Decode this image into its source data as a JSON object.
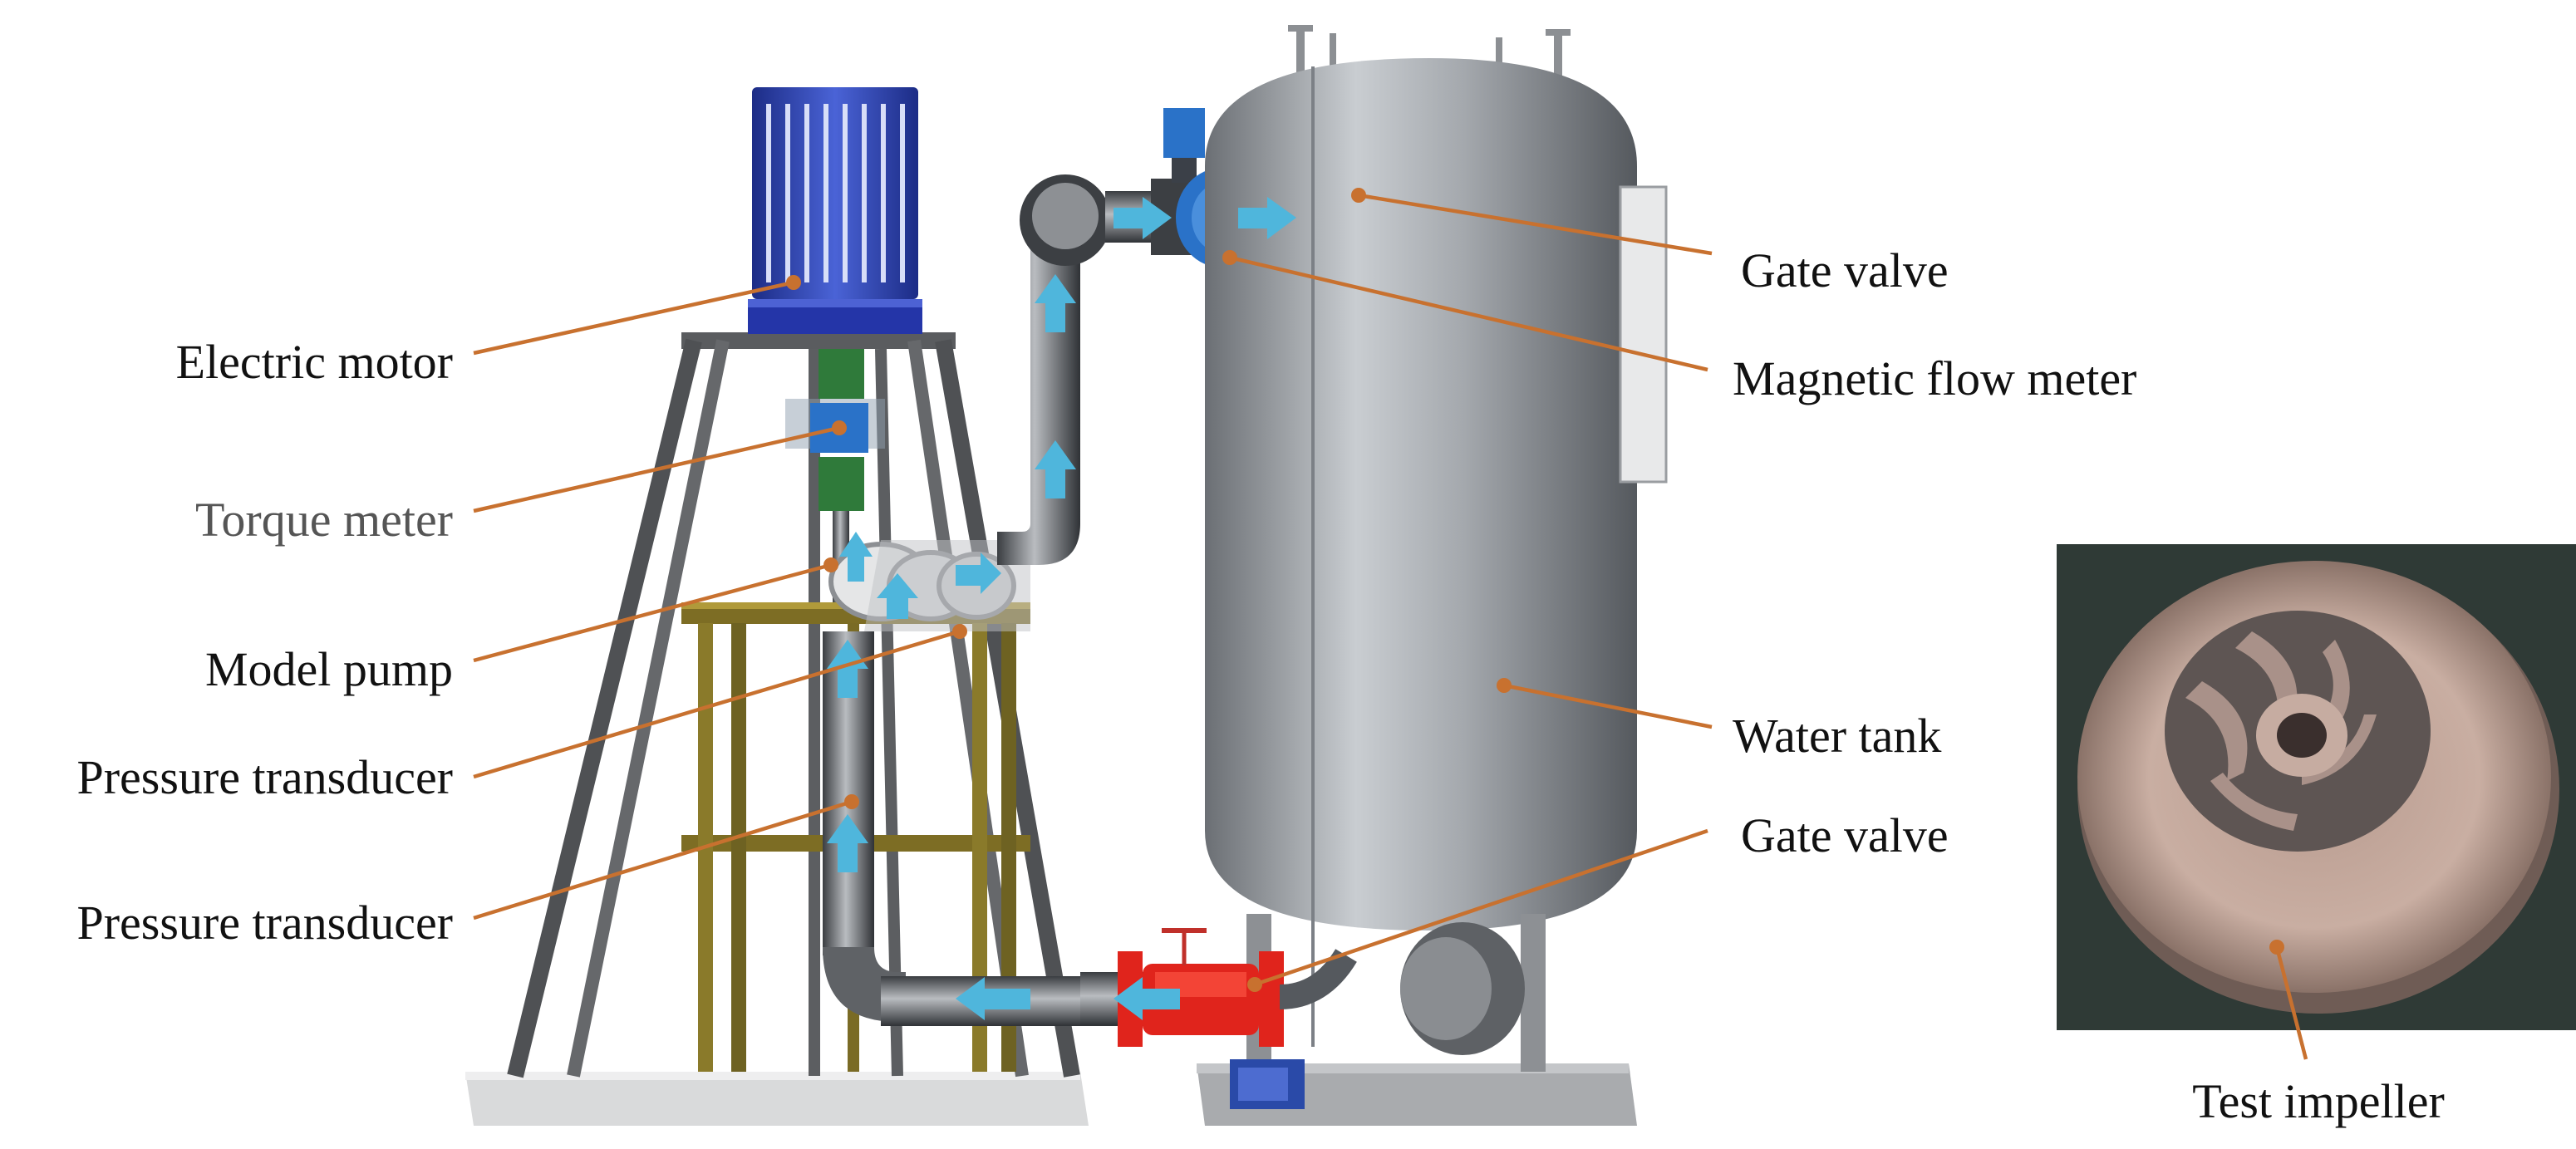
{
  "labels": {
    "electric_motor": "Electric motor",
    "torque_meter": "Torque meter",
    "model_pump": "Model pump",
    "pressure_transducer_1": "Pressure transducer",
    "pressure_transducer_2": "Pressure transducer",
    "gate_valve_top": "Gate valve",
    "magnetic_flow_meter": "Magnetic flow meter",
    "water_tank": "Water tank",
    "gate_valve_bottom": "Gate valve",
    "test_impeller": "Test impeller"
  },
  "colors": {
    "motor": "#2f46b8",
    "steel": "#9a9ea3",
    "frame": "#55575a",
    "brass_frame": "#8a7a2a",
    "torque_meter_green": "#2f7a3a",
    "flow_meter_blue": "#2a72c8",
    "gate_valve_red": "#e0241c",
    "flow_arrow": "#4fb6dc",
    "leader_line": "#c8712f",
    "impeller_photo_bg": "#2f3a36"
  }
}
